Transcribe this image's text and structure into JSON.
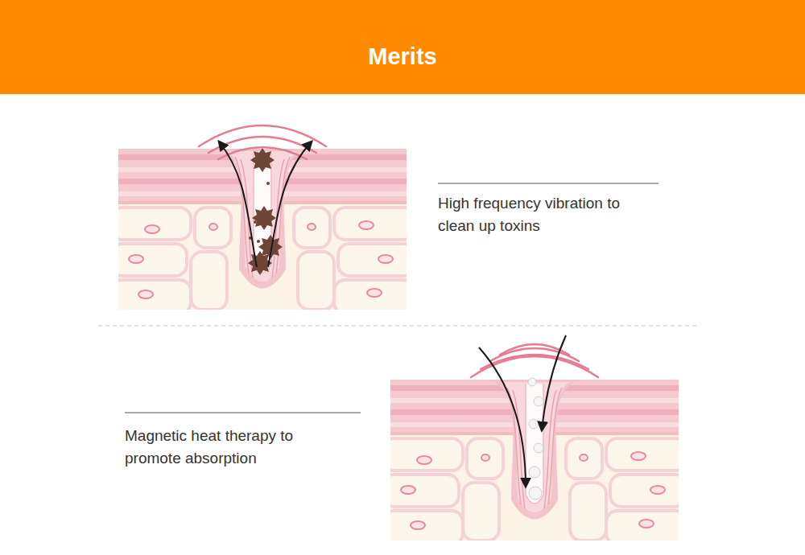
{
  "diagram": {
    "title": "Merits",
    "labels": [
      "High frequency vibration to clean up toxins",
      "Magnetic heat therapy to promote absorption"
    ]
  }
}
